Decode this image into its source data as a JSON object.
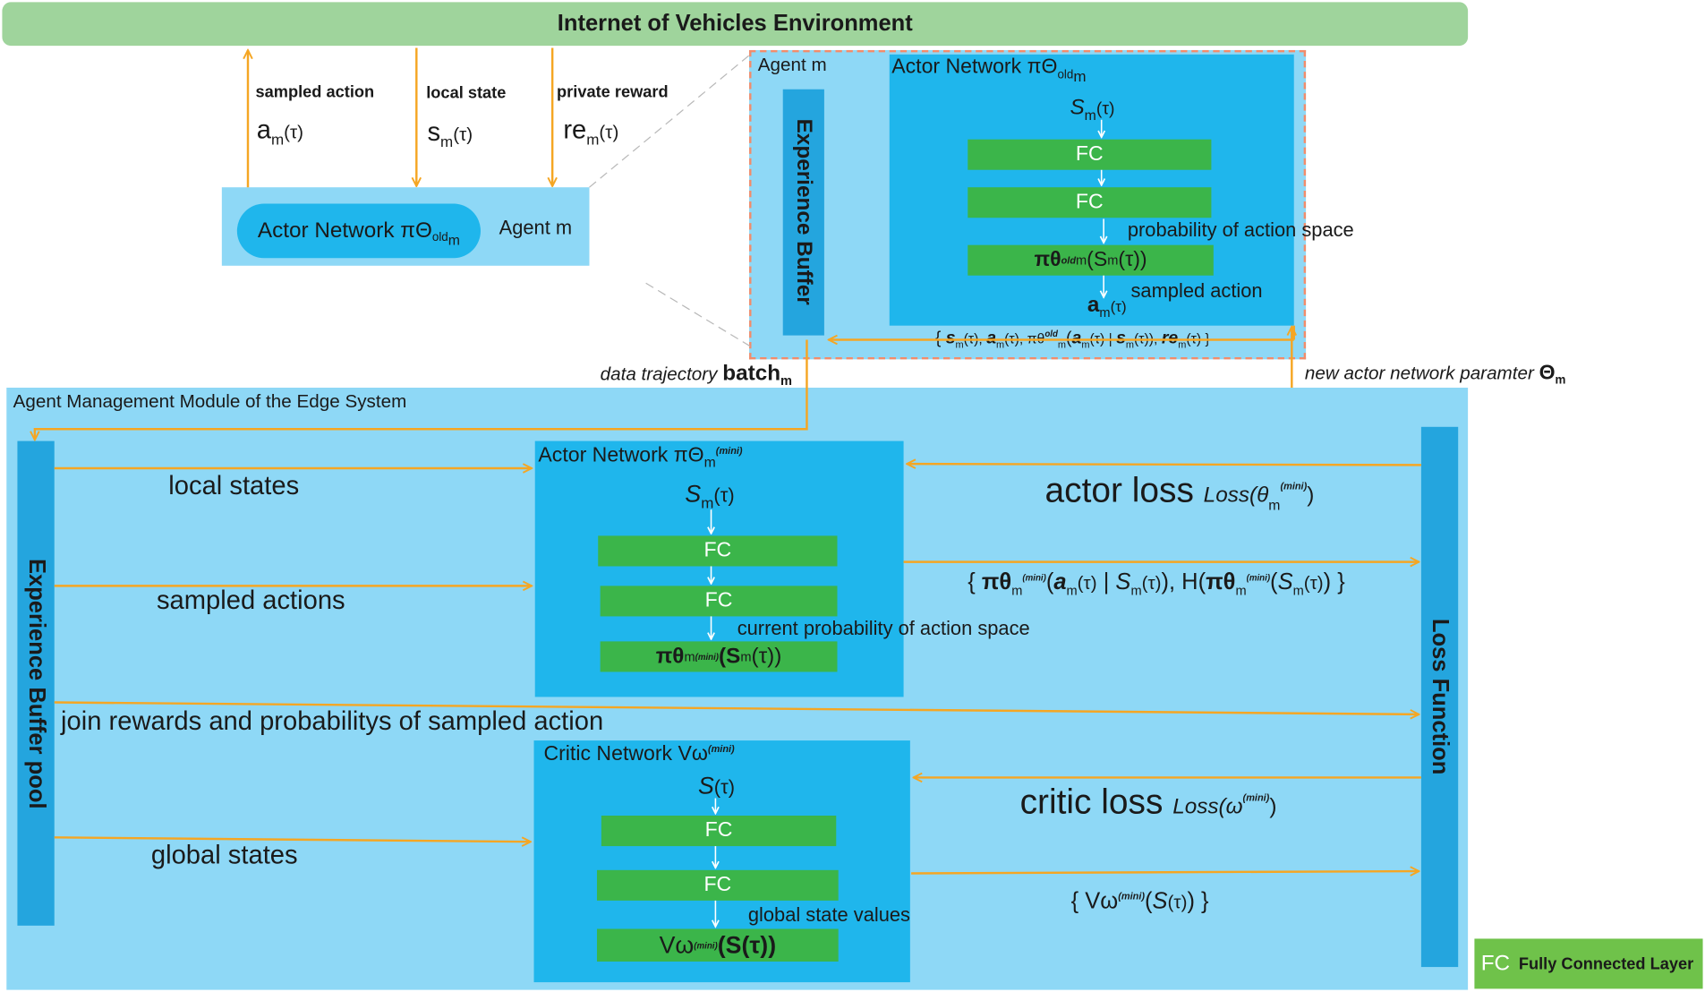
{
  "colors": {
    "env_green": "#9fd49c",
    "module_bg": "#8ed8f6",
    "network_bg": "#1fb6ec",
    "buffer_bar": "#24a5de",
    "fc_green": "#3bb54a",
    "arrow_orange": "#f5a623",
    "arrow_white": "#ffffff",
    "dashed_border": "#f28c6b"
  },
  "environment": {
    "title": "Internet of Vehicles Environment"
  },
  "top_agent": {
    "arrows": [
      {
        "label": "sampled action",
        "symbol": "a",
        "sub": "m",
        "arg": "(τ)"
      },
      {
        "label": "local state",
        "symbol": "s",
        "sub": "m",
        "arg": "(τ)"
      },
      {
        "label": "private reward",
        "symbol": "re",
        "sub": "m",
        "arg": "(τ)"
      }
    ],
    "actor_pill": {
      "text": "Actor Network πΘ",
      "sub": "old",
      "sub2": "m"
    },
    "agent_label": "Agent m"
  },
  "agent_detail": {
    "agent_label": "Agent m",
    "buffer_label": "Experience Buffer",
    "actor_title": "Actor Network  πΘ",
    "actor_title_sub": "old",
    "actor_title_sub2": "m",
    "input": {
      "symbol": "S",
      "sub": "m",
      "arg": "(τ)"
    },
    "fc1": "FC",
    "fc2": "FC",
    "prob_label": "probability of action space",
    "output": {
      "symbol": "πθ",
      "sup": "old",
      "sub": "m",
      "arg": "(S",
      "arg_sub": "m",
      "arg_end": "(τ))"
    },
    "sampled_label": "sampled action",
    "action": {
      "symbol": "a",
      "sub": "m",
      "arg": "(τ)"
    },
    "tuple_text": "{ s",
    "tuple_parts": [
      "{ ",
      "s",
      "m",
      "(τ), ",
      "a",
      "m",
      "(τ), πθ",
      "old",
      "m",
      "(",
      "a",
      "m",
      "(τ) | ",
      "s",
      "m",
      "(τ)), ",
      "re",
      "m",
      "(τ) }"
    ]
  },
  "transfer": {
    "batch_label": "data trajectory ",
    "batch_bold": "batch",
    "batch_sub": "m",
    "new_param_label": "new actor network paramter ",
    "new_param_bold": "Θ",
    "new_param_sub": "m"
  },
  "module": {
    "title": "Agent Management Module of the Edge System",
    "buffer_pool_label": "Experience  Buffer  pool",
    "loss_function_label": "Loss  Function",
    "flows": {
      "local_states": "local states",
      "sampled_actions": "sampled actions",
      "join_rewards": "join rewards and probabilitys of sampled action",
      "global_states": "global states"
    },
    "actor": {
      "title": "Actor Network  πΘ",
      "title_sub": "m",
      "title_sup": "(mini)",
      "input": {
        "symbol": "S",
        "sub": "m",
        "arg": "(τ)"
      },
      "fc1": "FC",
      "fc2": "FC",
      "prob_label": "current probability of action space",
      "output": {
        "symbol": "πθ",
        "sub": "m",
        "sup": "(mini)",
        "arg": "(S",
        "arg_sub": "m",
        "arg_end": "(τ))"
      }
    },
    "critic": {
      "title": "Critic Network Vω",
      "title_sup": "(mini)",
      "input": {
        "symbol": "S",
        "arg": "(τ)"
      },
      "fc1": "FC",
      "fc2": "FC",
      "values_label": "global state values",
      "output": {
        "symbol": "Vω",
        "sup": "(mini)",
        "arg": "(S(τ))"
      }
    },
    "actor_loss": {
      "label": "actor loss",
      "fn": "Loss(θ",
      "fn_sub": "m",
      "fn_sup": "(mini)",
      "fn_end": ")"
    },
    "actor_out_set": "{ πθm(mini)(am(τ) | Sm(τ)), H(πθm(mini)(Sm(τ)) }",
    "critic_loss": {
      "label": "critic loss",
      "fn": "Loss(ω",
      "fn_sup": "(mini)",
      "fn_end": ")"
    },
    "critic_out_set": "{ Vω(mini)(S(τ)) }"
  },
  "legend": {
    "key": "FC",
    "text": "Fully Connected Layer"
  }
}
